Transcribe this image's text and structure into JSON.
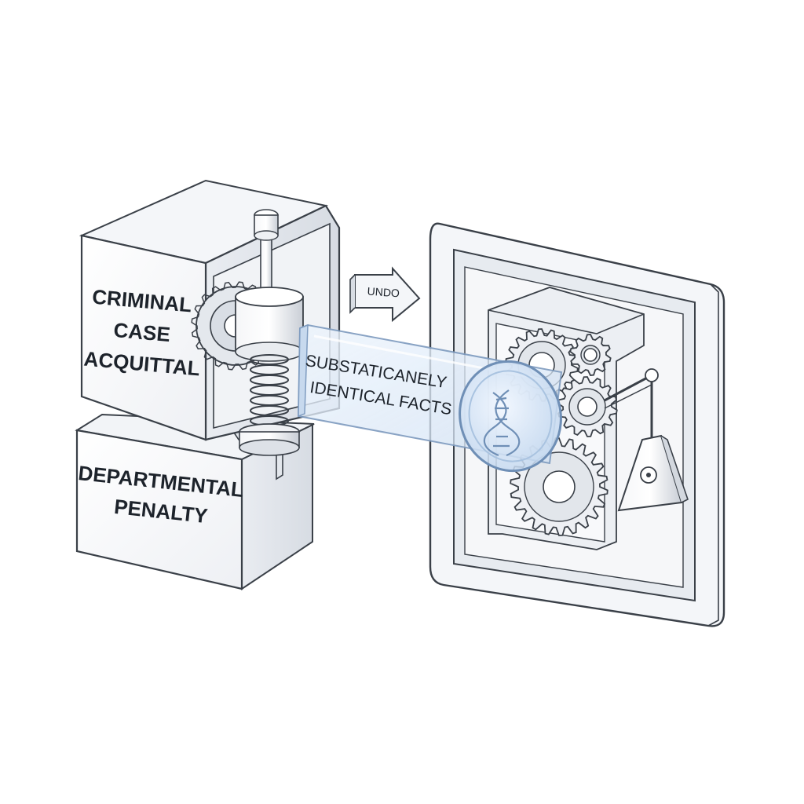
{
  "diagram": {
    "criminal_block": {
      "line1": "CRIMINAL",
      "line2": "CASE",
      "line3": "ACQUITTAL"
    },
    "departmental_block": {
      "line1": "DEPARTMENTAL",
      "line2": "PENALTY"
    },
    "undo_arrow": {
      "label": "UNDO"
    },
    "glass_beam": {
      "line1": "SUBSTATICANELY",
      "line2": "IDENTICAL FACTS",
      "lens_icon": "dna-icon"
    },
    "mechanism_panel": {
      "icons": [
        "gear-icon",
        "gear-icon",
        "gear-icon",
        "gear-icon",
        "lever-icon"
      ]
    },
    "colors": {
      "outline": "#3a4048",
      "face_light": "#f7f8fa",
      "face_mid": "#e6e9ee",
      "face_dark": "#d3d8df",
      "glass": "#dbe8f6",
      "text": "#1d232b"
    }
  }
}
